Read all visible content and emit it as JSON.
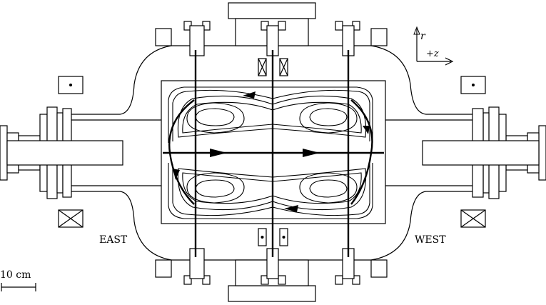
{
  "labels": {
    "east": "EAST",
    "west": "WEST",
    "scale": "10 cm",
    "axis_r": "r",
    "axis_z": "+z"
  },
  "colors": {
    "ink": "#000000",
    "background": "#ffffff"
  }
}
